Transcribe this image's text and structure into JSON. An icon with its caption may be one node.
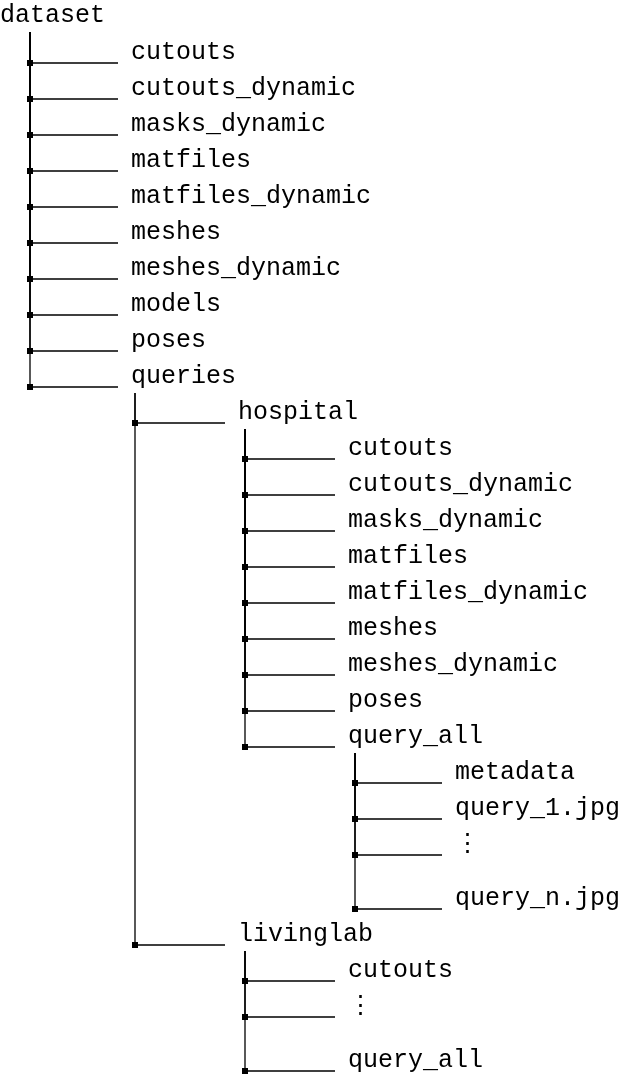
{
  "diagram": {
    "nodes": [
      {
        "text": [
          "dataset"
        ]
      },
      {
        "text": [
          "cutouts"
        ]
      },
      {
        "text": [
          "cutouts_dynamic"
        ]
      },
      {
        "text": [
          "masks_dynamic"
        ]
      },
      {
        "text": [
          "matfiles"
        ]
      },
      {
        "text": [
          "matfiles_dynamic"
        ]
      },
      {
        "text": [
          "meshes"
        ]
      },
      {
        "text": [
          "meshes_dynamic"
        ]
      },
      {
        "text": [
          "models"
        ]
      },
      {
        "text": [
          "poses"
        ]
      },
      {
        "text": [
          "queries"
        ]
      },
      {
        "text": [
          "hospital"
        ]
      },
      {
        "text": [
          "cutouts"
        ]
      },
      {
        "text": [
          "cutouts_dynamic"
        ]
      },
      {
        "text": [
          "masks_dynamic"
        ]
      },
      {
        "text": [
          "matfiles"
        ]
      },
      {
        "text": [
          "matfiles_dynamic"
        ]
      },
      {
        "text": [
          "meshes"
        ]
      },
      {
        "text": [
          "meshes_dynamic"
        ]
      },
      {
        "text": [
          "poses"
        ]
      },
      {
        "text": [
          "query_all"
        ]
      },
      {
        "text": [
          "metadata"
        ]
      },
      {
        "text": [
          "query_1.jpg"
        ]
      },
      {
        "text": [
          "⋮"
        ]
      },
      {
        "text": [
          "query_n.jpg"
        ]
      },
      {
        "text": [
          "livinglab"
        ]
      },
      {
        "text": [
          "cutouts"
        ]
      },
      {
        "text": [
          "⋮"
        ]
      },
      {
        "text": [
          "query_all"
        ]
      }
    ],
    "edges": [
      {
        "from": 0,
        "to": 1,
        "arrow": "none"
      },
      {
        "from": 0,
        "to": 2,
        "arrow": "none"
      },
      {
        "from": 0,
        "to": 3,
        "arrow": "none"
      },
      {
        "from": 0,
        "to": 4,
        "arrow": "none"
      },
      {
        "from": 0,
        "to": 5,
        "arrow": "none"
      },
      {
        "from": 0,
        "to": 6,
        "arrow": "none"
      },
      {
        "from": 0,
        "to": 7,
        "arrow": "none"
      },
      {
        "from": 0,
        "to": 8,
        "arrow": "none"
      },
      {
        "from": 0,
        "to": 9,
        "arrow": "none"
      },
      {
        "from": 0,
        "to": 10,
        "arrow": "none"
      },
      {
        "from": 10,
        "to": 11,
        "arrow": "none"
      },
      {
        "from": 11,
        "to": 12,
        "arrow": "none"
      },
      {
        "from": 11,
        "to": 13,
        "arrow": "none"
      },
      {
        "from": 11,
        "to": 14,
        "arrow": "none"
      },
      {
        "from": 11,
        "to": 15,
        "arrow": "none"
      },
      {
        "from": 11,
        "to": 16,
        "arrow": "none"
      },
      {
        "from": 11,
        "to": 17,
        "arrow": "none"
      },
      {
        "from": 11,
        "to": 18,
        "arrow": "none"
      },
      {
        "from": 11,
        "to": 19,
        "arrow": "none"
      },
      {
        "from": 11,
        "to": 20,
        "arrow": "none"
      },
      {
        "from": 20,
        "to": 21,
        "arrow": "none"
      },
      {
        "from": 20,
        "to": 22,
        "arrow": "none"
      },
      {
        "from": 20,
        "to": 23,
        "arrow": "none"
      },
      {
        "from": 20,
        "to": 24,
        "arrow": "none"
      },
      {
        "from": 10,
        "to": 25,
        "arrow": "none"
      },
      {
        "from": 25,
        "to": 26,
        "arrow": "none"
      },
      {
        "from": 25,
        "to": 27,
        "arrow": "none"
      },
      {
        "from": 25,
        "to": 28,
        "arrow": "none"
      }
    ]
  }
}
